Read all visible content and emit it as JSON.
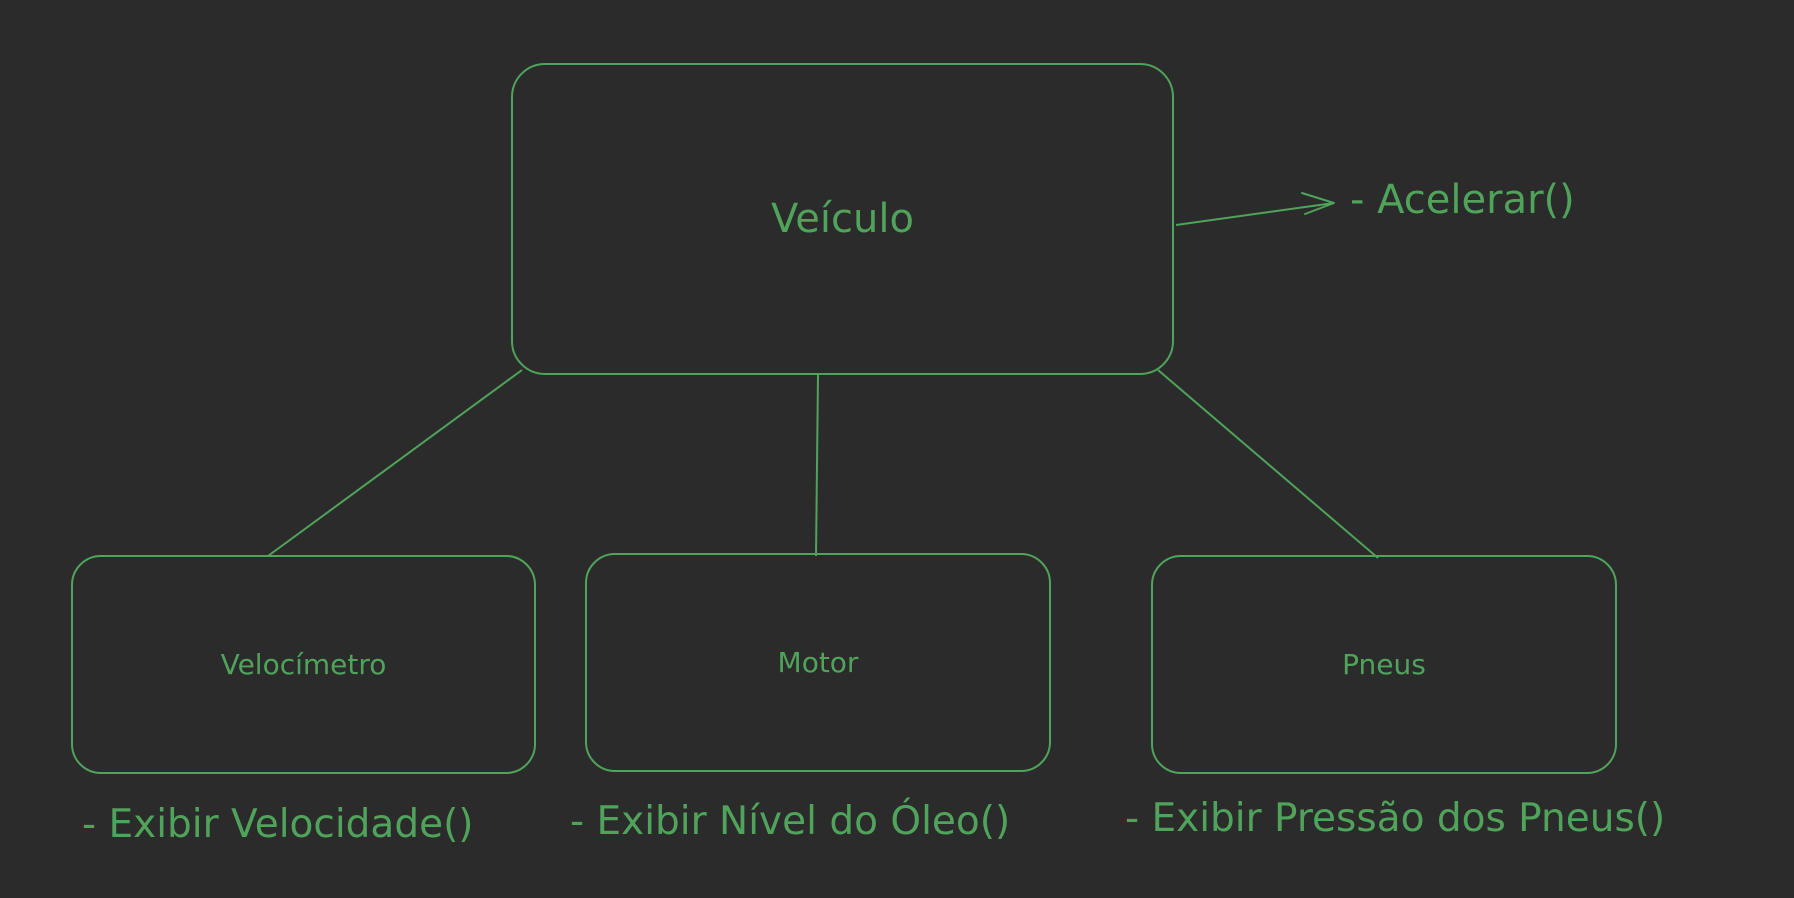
{
  "diagram": {
    "colors": {
      "background": "#2b2b2b",
      "stroke": "#4fa35a",
      "text": "#4fa35a"
    },
    "root": {
      "label": "Veículo",
      "method": "- Acelerar()"
    },
    "children": [
      {
        "label": "Velocímetro",
        "method": "- Exibir Velocidade()"
      },
      {
        "label": "Motor",
        "method": "- Exibir Nível do Óleo()"
      },
      {
        "label": "Pneus",
        "method": "- Exibir Pressão dos Pneus()"
      }
    ]
  }
}
